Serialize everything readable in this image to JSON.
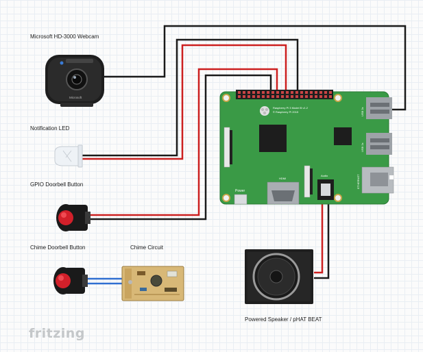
{
  "labels": {
    "webcam": "Microsoft HD-3000 Webcam",
    "led": "Notification LED",
    "gpio_button": "GPIO Doorbell Button",
    "chime_button": "Chime Doorbell Button",
    "chime_circuit": "Chime Circuit",
    "speaker": "Powered Speaker / pHAT BEAT"
  },
  "board": {
    "name": "Raspberry Pi 3 Model B v1.2",
    "copyright": "© Raspberry Pi 2015",
    "usb_label": "USB 2x",
    "ethernet": "ETHERNET",
    "hdmi": "HDMI",
    "power": "Power",
    "audio": "Audio"
  },
  "webcam_brand": "Microsoft",
  "brand": "fritzing",
  "colors": {
    "board_green": "#3a9a46",
    "wire_red": "#cc1f1f",
    "wire_black": "#1a1a1a",
    "wire_blue": "#2f6fd1",
    "button_red": "#d2202a"
  }
}
